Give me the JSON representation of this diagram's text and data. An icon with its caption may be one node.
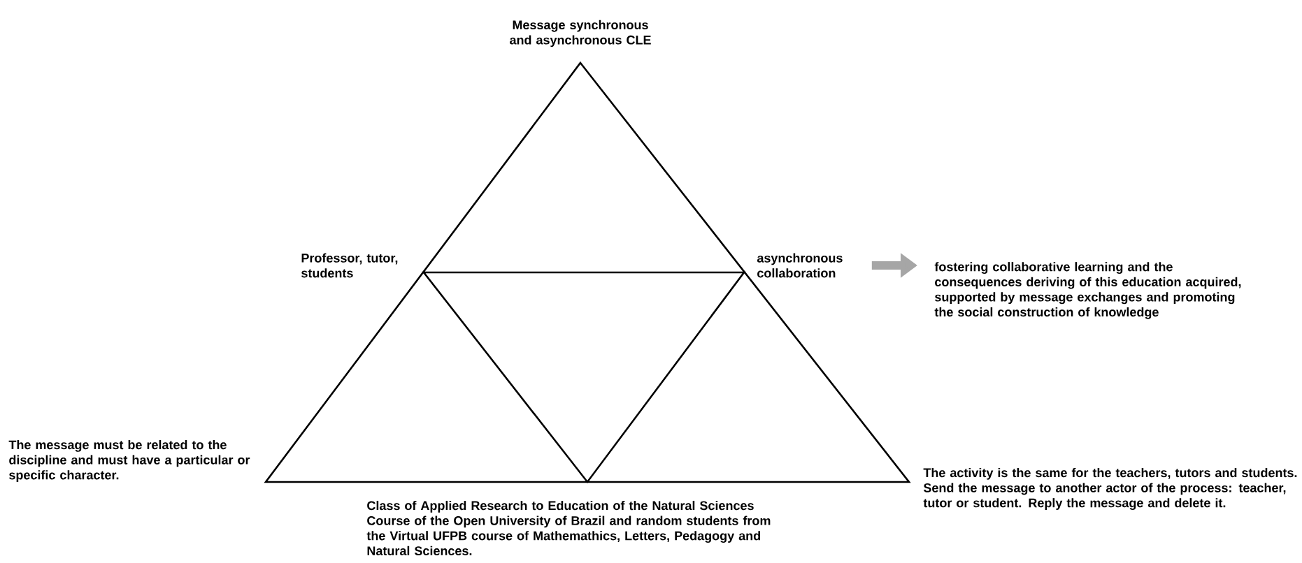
{
  "diagram": {
    "nodes": [
      {
        "text": [
          "asynchronous collaboration"
        ]
      },
      {
        "text": [
          "fostering collaborative learning and the consequences deriving of this education acquired, supported by message exchanges and promoting the social construction of knowledge"
        ]
      }
    ],
    "edges": [
      {
        "from": 0,
        "to": 1,
        "arrow": "to"
      }
    ],
    "labels": [
      "Message synchronous and asynchronous CLE",
      "Professor, tutor, students",
      "The message must be related to the discipline and must have a particular or specific character.",
      "Class of Applied Research to Education of the Natural Sciences Course of the Open University of Brazil and random students from the Virtual UFPB course of Mathemathics, Letters, Pedagogy and Natural Sciences.",
      "The activity is the same for the teachers, tutors and students. Send the message to another actor of the process: teacher, tutor or student. Reply the message and delete it."
    ]
  }
}
